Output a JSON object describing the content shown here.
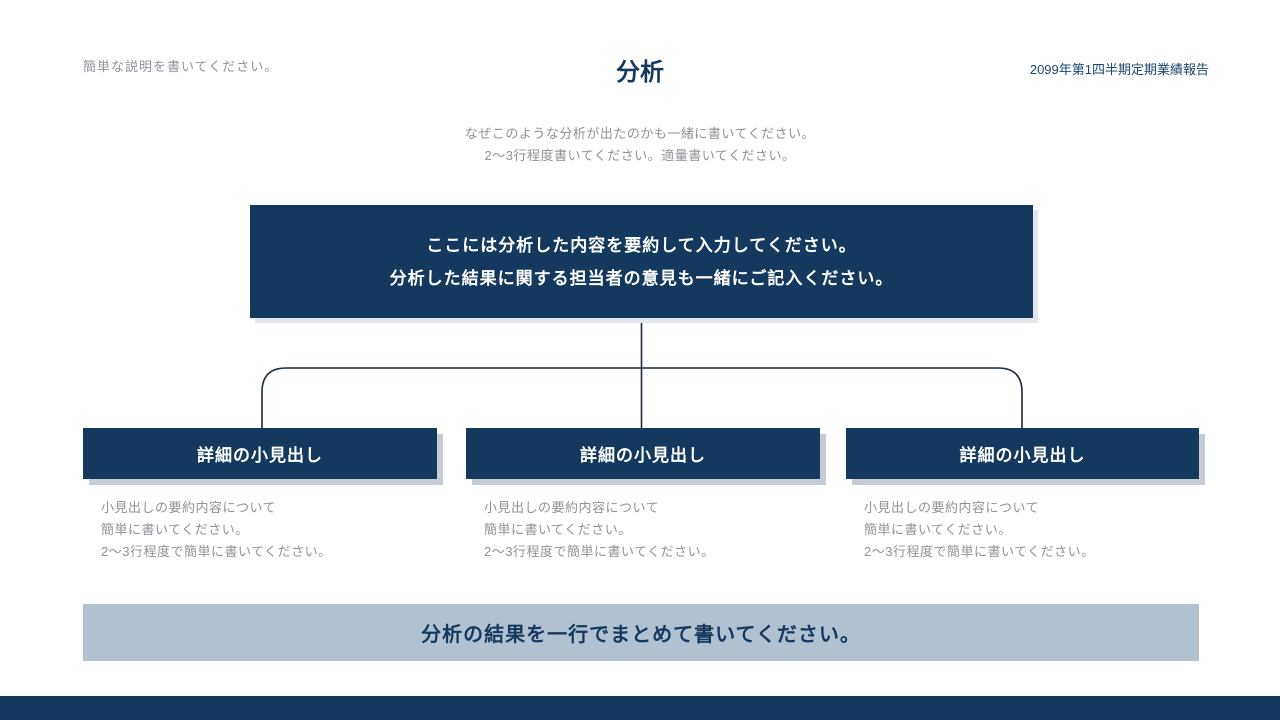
{
  "colors": {
    "navy": "#14395e",
    "gray_text": "#8f9398",
    "light_bar": "#b2c1cf",
    "shadow": "#c6ccd3"
  },
  "header": {
    "left_note": "簡単な説明を書いてください。",
    "title": "分析",
    "right_note": "2099年第1四半期定期業績報告"
  },
  "intro": {
    "line1": "なぜこのような分析が出たのかも一緒に書いてください。",
    "line2": "2〜3行程度書いてください。適量書いてください。"
  },
  "summary_box": {
    "line1": "ここには分析した内容を要約して入力してください。",
    "line2": "分析した結果に関する担当者の意見も一緒にご記入ください。"
  },
  "branches": [
    {
      "heading": "詳細の小見出し",
      "desc": [
        "小見出しの要約内容について",
        "簡単に書いてください。",
        "2〜3行程度で簡単に書いてください。"
      ]
    },
    {
      "heading": "詳細の小見出し",
      "desc": [
        "小見出しの要約内容について",
        "簡単に書いてください。",
        "2〜3行程度で簡単に書いてください。"
      ]
    },
    {
      "heading": "詳細の小見出し",
      "desc": [
        "小見出しの要約内容について",
        "簡単に書いてください。",
        "2〜3行程度で簡単に書いてください。"
      ]
    }
  ],
  "conclusion": {
    "text": "分析の結果を一行でまとめて書いてください。"
  }
}
